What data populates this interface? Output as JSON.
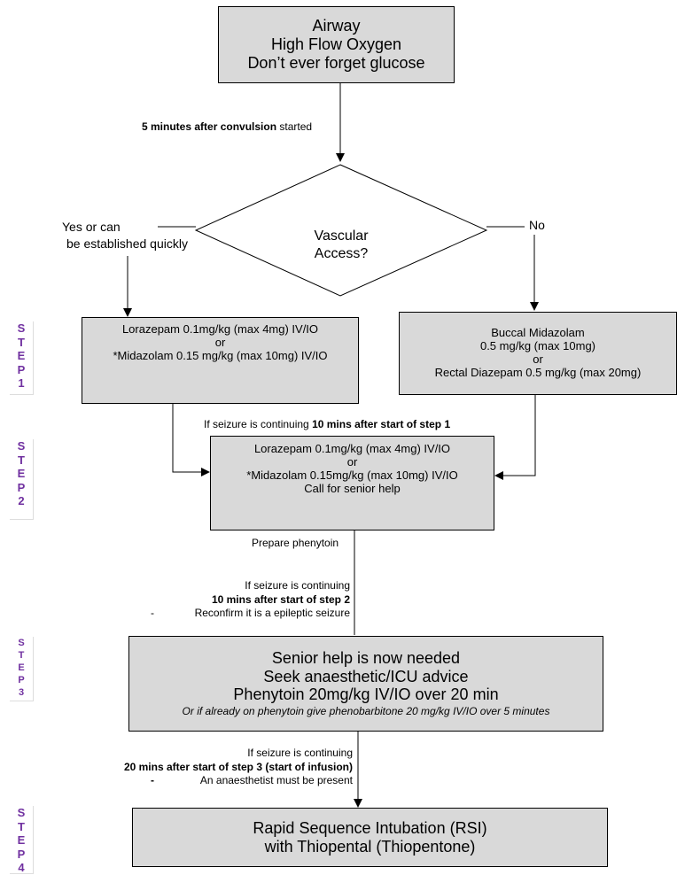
{
  "box_airway": [
    "Airway",
    "High Flow Oxygen",
    "Don’t ever forget glucose"
  ],
  "label_5min": {
    "bold": "5 minutes after convulsion",
    "rest": " started"
  },
  "diamond_text": [
    "Vascular",
    "Access?"
  ],
  "branch_yes": [
    "Yes or can",
    "be established quickly"
  ],
  "branch_no": "No",
  "box_step1_left": [
    "Lorazepam 0.1mg/kg (max 4mg) IV/IO",
    "or",
    "*Midazolam 0.15 mg/kg (max 10mg) IV/IO"
  ],
  "box_step1_right": [
    "Buccal Midazolam",
    "0.5 mg/kg (max 10mg)",
    "or",
    "Rectal Diazepam 0.5 mg/kg (max 20mg)"
  ],
  "label_10min_step1": {
    "rest": "If seizure is continuing ",
    "bold": "10 mins after start of step 1"
  },
  "box_step2": [
    "Lorazepam 0.1mg/kg (max 4mg) IV/IO",
    "or",
    "*Midazolam 0.15mg/kg (max 10mg) IV/IO",
    "Call for senior help"
  ],
  "label_prepare": "Prepare phenytoin",
  "label_step2_cont": {
    "line1": "If seizure is continuing",
    "line2_bold": "10 mins after start of step 2",
    "dash": "-",
    "line3": "Reconfirm it is a epileptic seizure"
  },
  "box_step3": [
    "Senior help is now needed",
    "Seek anaesthetic/ICU advice",
    "Phenytoin 20mg/kg IV/IO over 20 min"
  ],
  "box_step3_note": "Or if already on phenytoin give phenobarbitone 20 mg/kg IV/IO over 5 minutes",
  "label_step3_cont": {
    "line1": "If seizure is continuing",
    "line2_bold": "20 mins after start of step 3 (start of infusion)",
    "dash": "-",
    "line3": "An anaesthetist must be present"
  },
  "box_step4": [
    "Rapid Sequence Intubation (RSI)",
    "with Thiopental (Thiopentone)"
  ],
  "steps": [
    {
      "letters": [
        "S",
        "T",
        "E",
        "P",
        "1"
      ]
    },
    {
      "letters": [
        "S",
        "T",
        "E",
        "P",
        "2"
      ]
    },
    {
      "letters": [
        "S",
        "T",
        "E",
        "P",
        "3"
      ]
    },
    {
      "letters": [
        "S",
        "T",
        "E",
        "P",
        "4"
      ]
    }
  ],
  "colors": {
    "box_fill": "#d9d9d9",
    "step_label": "#7030a0"
  }
}
